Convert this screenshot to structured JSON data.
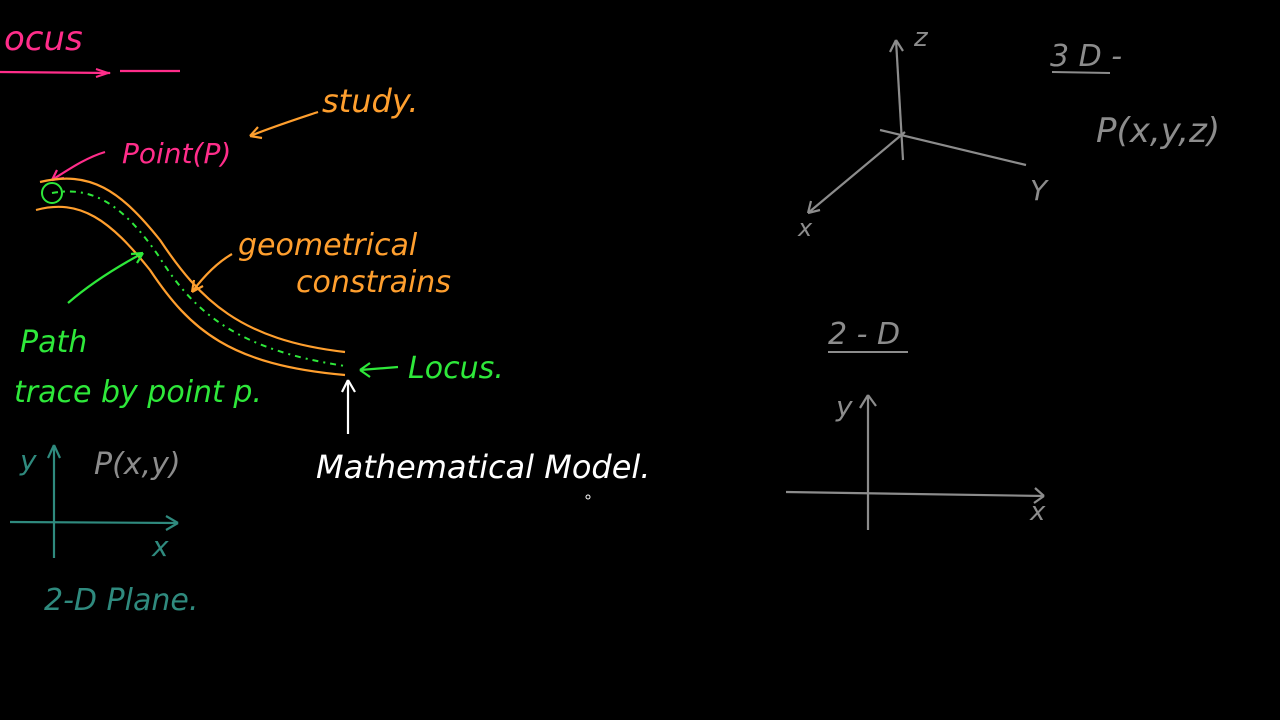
{
  "colors": {
    "background": "#000000",
    "pink": "#ff2d8a",
    "orange": "#ff9f2e",
    "green": "#2ee83a",
    "white": "#ffffff",
    "gray": "#8c8c8c",
    "teal": "#2f8a7e"
  },
  "left": {
    "title": "ocus",
    "point_label": "Point(P)",
    "study": "study.",
    "geometrical": "geometrical",
    "constrains": "constrains",
    "path": "Path",
    "trace": "trace by point p.",
    "locus": "Locus.",
    "math_model": "Mathematical Model."
  },
  "plane2d_small": {
    "y_label": "y",
    "x_label": "x",
    "point": "P(x,y)",
    "caption": "2-D Plane."
  },
  "right3d": {
    "heading": "3 D -",
    "point": "P(x,y,z)",
    "z_label": "z",
    "y_label": "Y",
    "x_label": "x"
  },
  "right2d": {
    "heading": "2 - D",
    "y_label": "y",
    "x_label": "x"
  }
}
